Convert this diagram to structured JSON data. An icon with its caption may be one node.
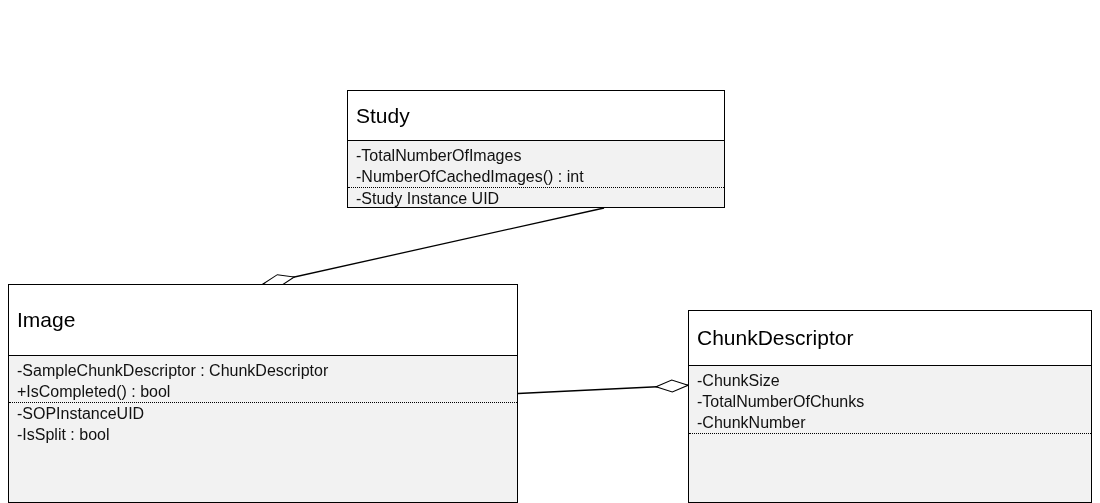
{
  "diagram": {
    "nodes": [
      {
        "text": [
          "Study",
          "-TotalNumberOfImages",
          "-NumberOfCachedImages() : int",
          "-Study Instance UID"
        ]
      },
      {
        "text": [
          "Image",
          "-SampleChunkDescriptor : ChunkDescriptor",
          "+IsCompleted() : bool",
          "-SOPInstanceUID",
          "-IsSplit : bool"
        ]
      },
      {
        "text": [
          "ChunkDescriptor",
          "-ChunkSize",
          "-TotalNumberOfChunks",
          "-ChunkNumber"
        ]
      }
    ],
    "edges": [
      {
        "from": 0,
        "to": 1,
        "arrow": "other"
      },
      {
        "from": 1,
        "to": 2,
        "arrow": "other"
      }
    ]
  }
}
